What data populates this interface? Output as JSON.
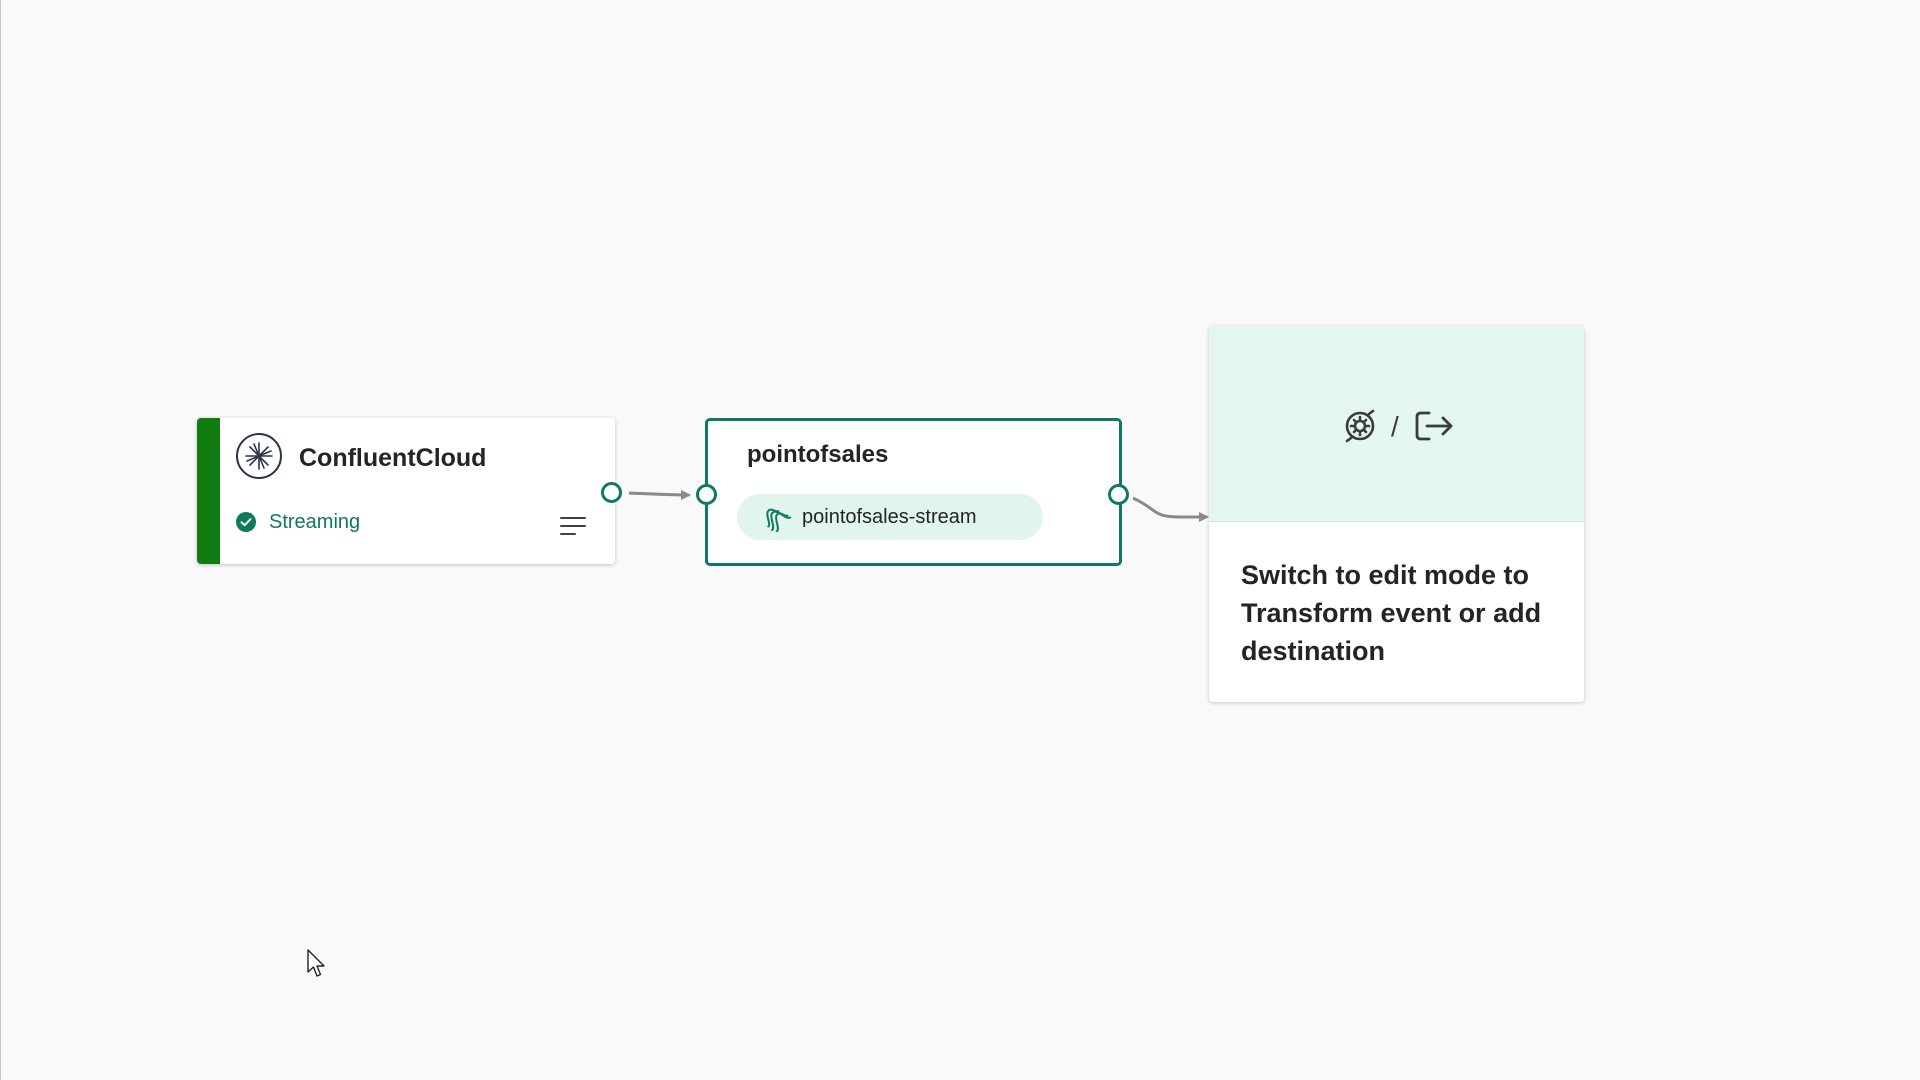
{
  "flow": {
    "source": {
      "title": "ConfluentCloud",
      "status": "Streaming",
      "status_icon": "checkmark-circle-icon",
      "logo_icon": "confluent-logo-icon",
      "menu_icon": "details-menu-icon",
      "accent_color": "#107c10"
    },
    "stream": {
      "title": "pointofsales",
      "output_label": "pointofsales-stream",
      "output_icon": "stream-icon",
      "border_color": "#117865"
    },
    "destination_placeholder": {
      "message": "Switch to edit mode to Transform event or add destination",
      "transform_icon": "transform-gear-icon",
      "separator": "/",
      "destination_icon": "sign-out-icon",
      "header_color": "#e3f7ee"
    }
  }
}
